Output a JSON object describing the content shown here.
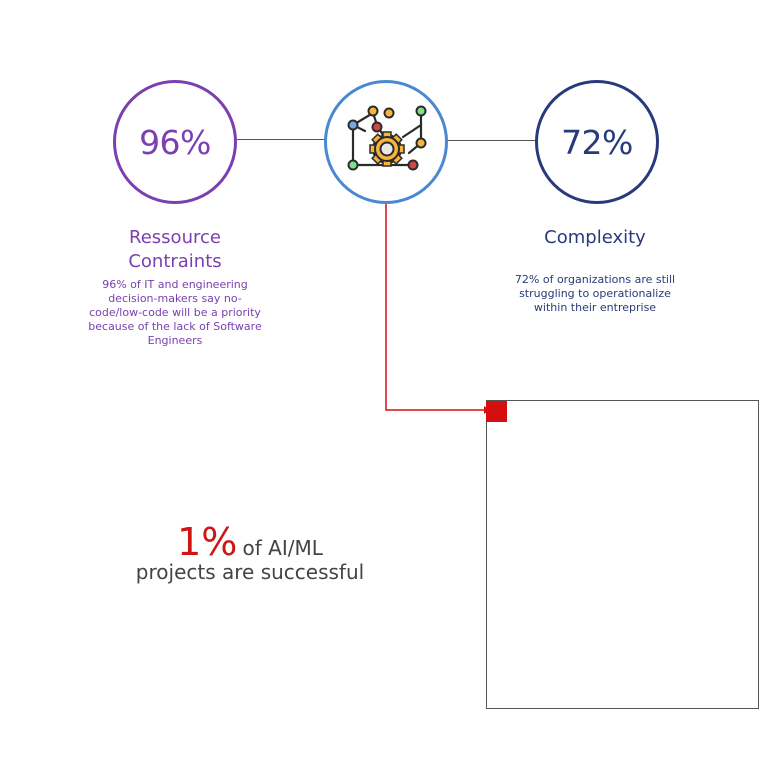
{
  "colors": {
    "purple": "#7a3fb0",
    "navy": "#283a7c",
    "icon_ring": "#4a88d1",
    "accent_red": "#d50f0f",
    "connector": "#555555"
  },
  "left_stat": {
    "value": "96%",
    "title_line1": "Ressource",
    "title_line2": "Contraints",
    "desc_line1": "96% of IT and engineering",
    "desc_line2": "decision-makers say no-",
    "desc_line3": "code/low-code will be a priority",
    "desc_line4": "because of the lack of Software",
    "desc_line5": "Engineers"
  },
  "right_stat": {
    "value": "72%",
    "title": "Complexity",
    "desc_line1": "72% of organizations are still",
    "desc_line2": "struggling to operationalize",
    "desc_line3": "within their entreprise"
  },
  "center_icon": {
    "icon": "gear-network-icon"
  },
  "headline": {
    "percent": "1%",
    "tail": "of AI/ML",
    "line2": "projects are successful"
  }
}
